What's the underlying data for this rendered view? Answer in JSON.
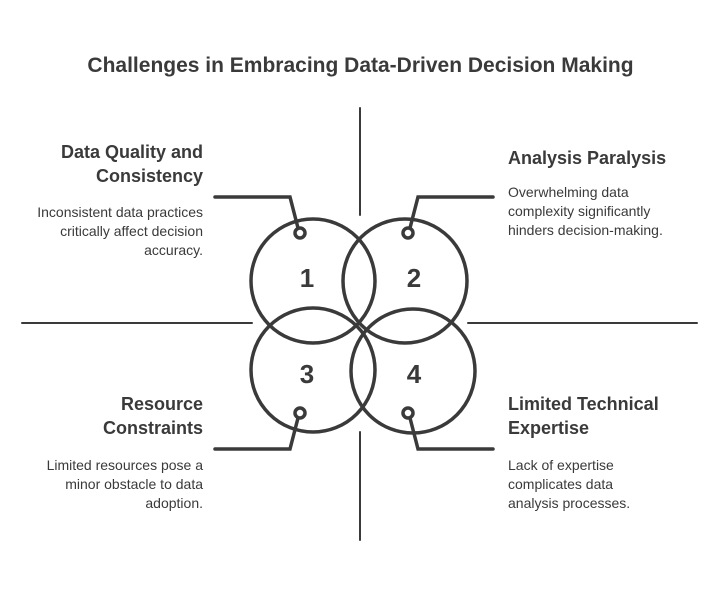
{
  "title": "Challenges in Embracing Data-Driven Decision Making",
  "items": [
    {
      "number": "1",
      "heading": "Data Quality and Consistency",
      "description": "Inconsistent data practices critically affect decision accuracy."
    },
    {
      "number": "2",
      "heading": "Analysis Paralysis",
      "description": "Overwhelming data complexity significantly hinders decision-making."
    },
    {
      "number": "3",
      "heading": "Resource Constraints",
      "description": "Limited resources pose a minor obstacle to data adoption."
    },
    {
      "number": "4",
      "heading": "Limited Technical Expertise",
      "description": "Lack of expertise complicates data analysis processes."
    }
  ],
  "colors": {
    "stroke": "#3a3a3a",
    "background": "#ffffff"
  }
}
